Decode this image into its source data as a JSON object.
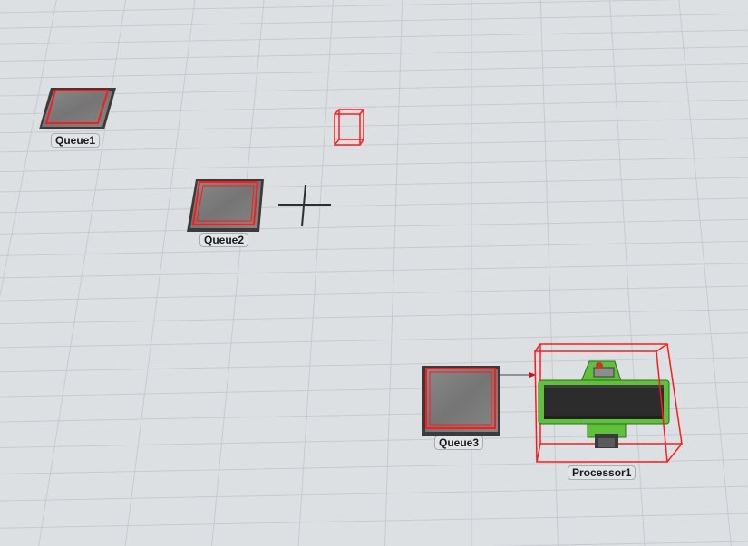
{
  "scene": {
    "background_color": "#dde0e3",
    "grid_color": "#c6cacf",
    "selection_color": "#ff1a1a",
    "queue_floor_color": "#7b7b7b",
    "queue_frame_color": "#3b3b3b",
    "processor_body_color": "#5fc13b",
    "processor_belt_color": "#2c2c2c"
  },
  "objects": {
    "queue1": {
      "label": "Queue1",
      "icon": "queue-icon"
    },
    "queue2": {
      "label": "Queue2",
      "icon": "queue-icon"
    },
    "queue3": {
      "label": "Queue3",
      "icon": "queue-icon"
    },
    "processor1": {
      "label": "Processor1",
      "icon": "processor-icon"
    }
  },
  "cursor": {
    "icon": "crosshair-cursor-icon"
  }
}
